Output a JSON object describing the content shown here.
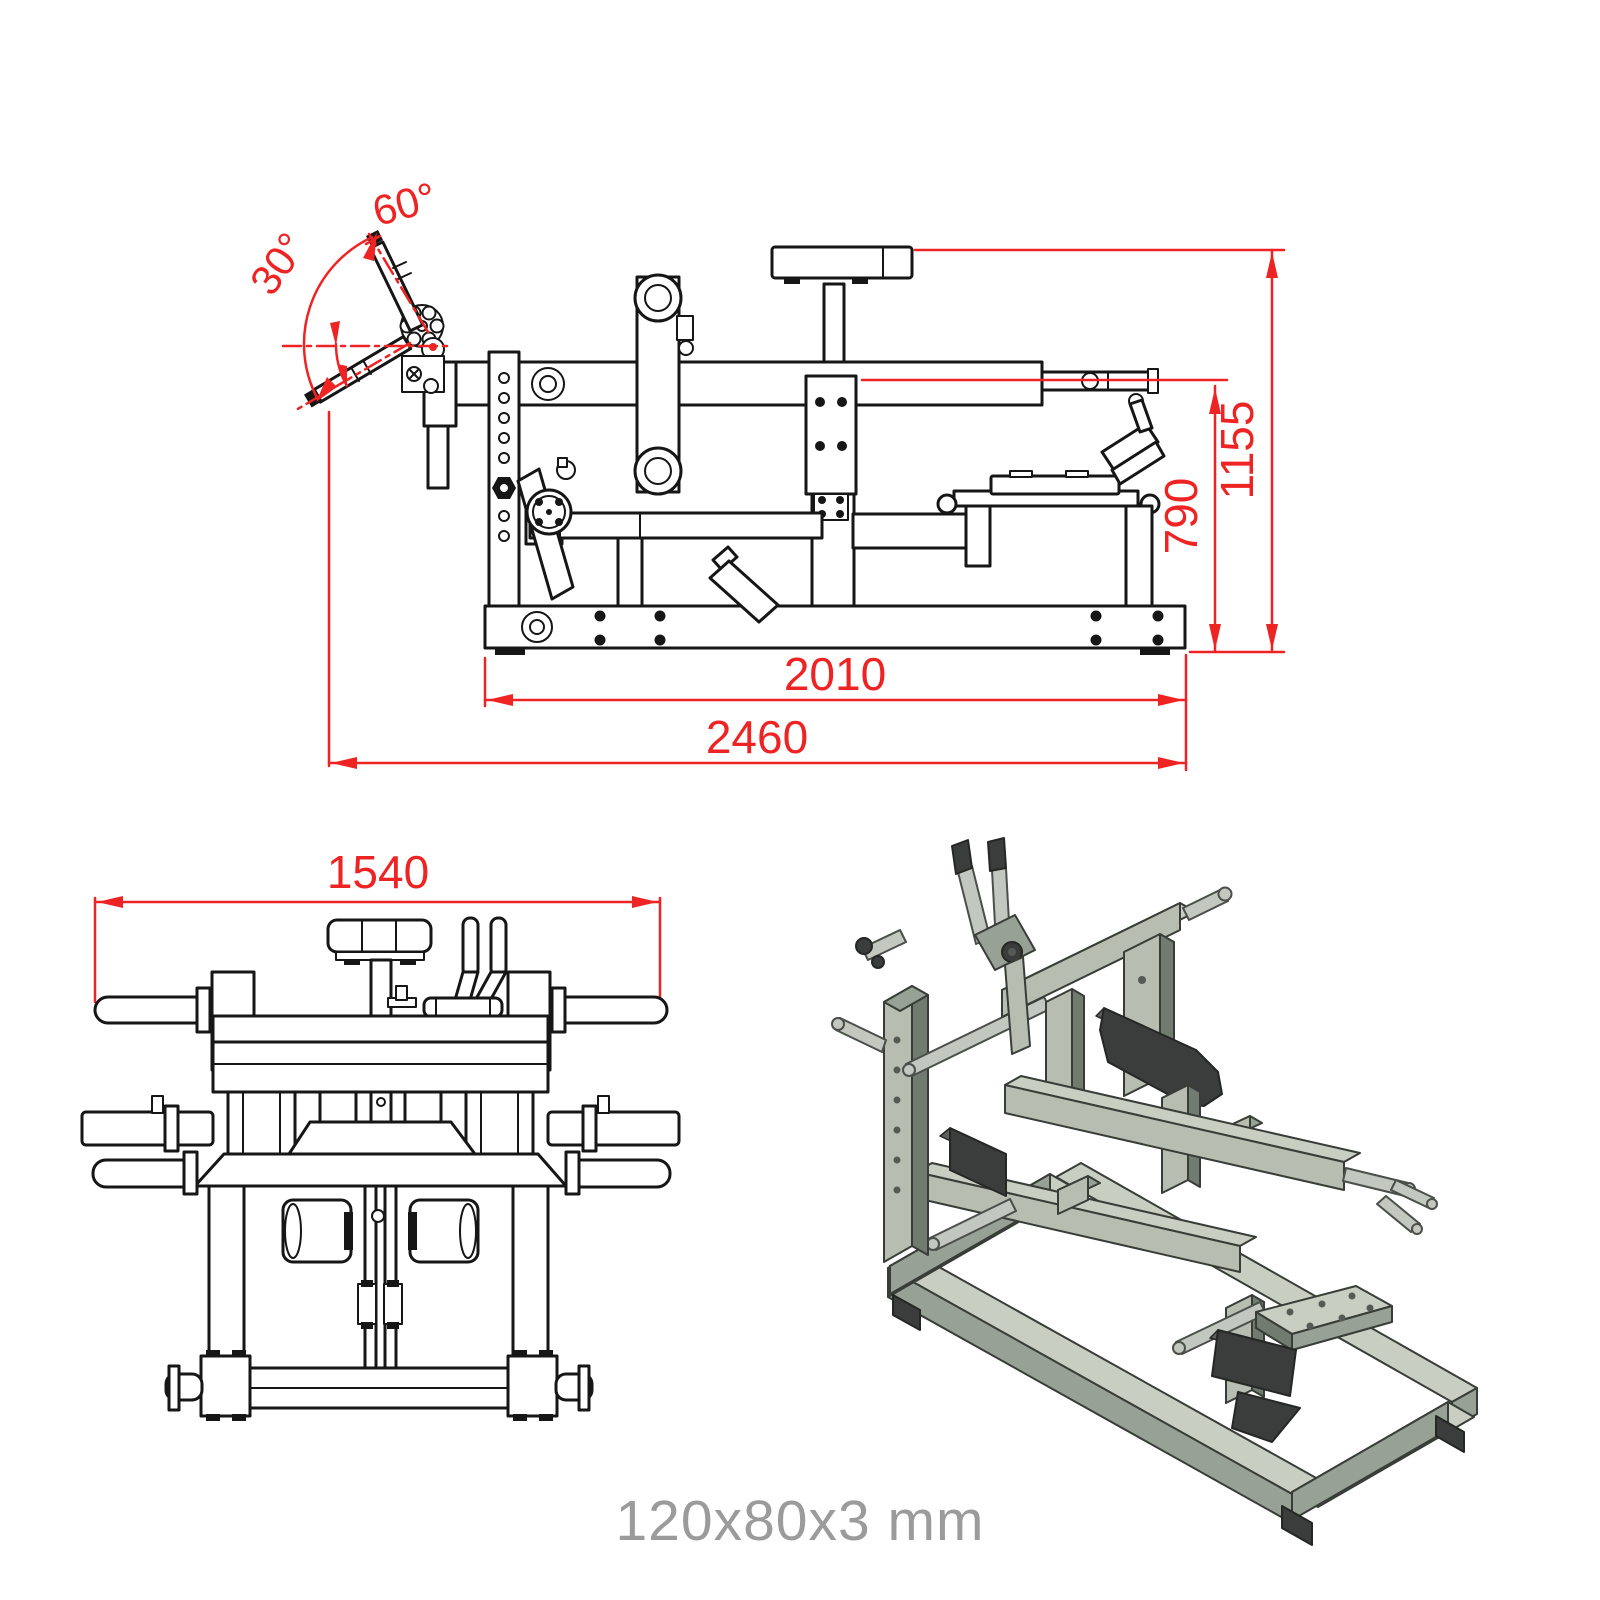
{
  "drawing": {
    "side_view": {
      "angle_upper": "60°",
      "angle_lower": "30°",
      "dim_height_total": "1155",
      "dim_height_pad": "790",
      "dim_length_base": "2010",
      "dim_length_total": "2460"
    },
    "front_view": {
      "dim_width_total": "1540"
    },
    "caption": "120x80x3 mm",
    "colors": {
      "dimension_red": "#ee2424",
      "line_black": "#161616",
      "caption_gray": "#9b9b9b",
      "iso_frame_light": "#c8cec2",
      "iso_frame_mid": "#98a196",
      "iso_frame_dark": "#717b70",
      "iso_pad_dark": "#3a3d3b"
    }
  }
}
